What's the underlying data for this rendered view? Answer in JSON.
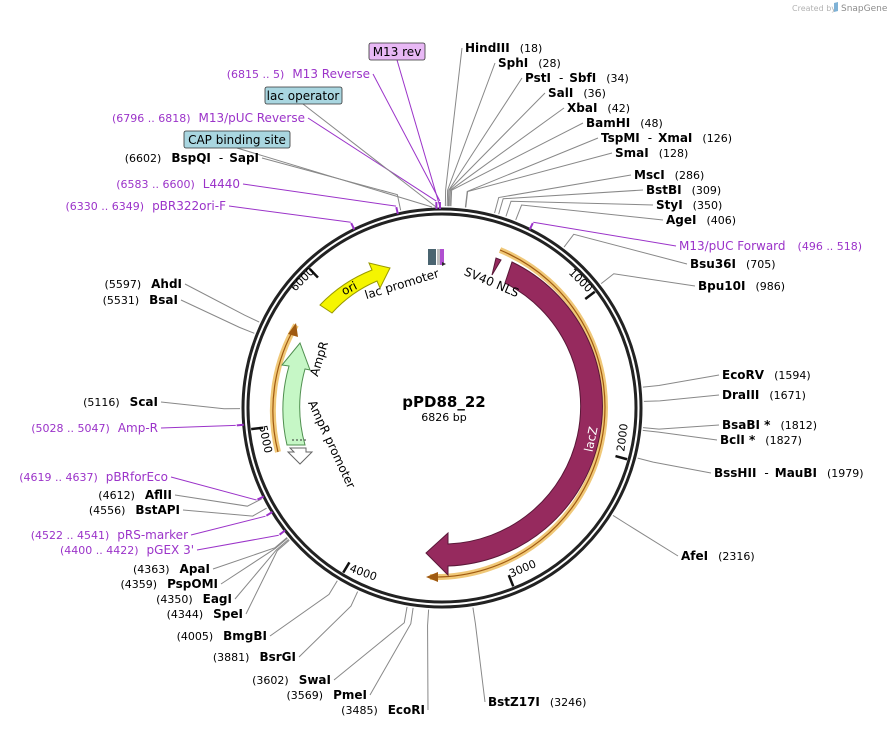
{
  "brand": {
    "created_by": "Created by",
    "app": "SnapGene"
  },
  "plasmid": {
    "name": "pPD88_22",
    "length": "6826 bp"
  },
  "colors": {
    "primer": "#9b33c9",
    "lacZ": "#962a5e",
    "ori": "#f5f500",
    "ampr": "#c6f7c6",
    "highlight": "#f0c878",
    "leader": "#888888"
  },
  "sites": [
    {
      "name": "HindIII",
      "pos": "(18)"
    },
    {
      "name": "SphI",
      "pos": "(28)"
    },
    {
      "name": "PstI",
      "name2": "SbfI",
      "pos": "(34)"
    },
    {
      "name": "SalI",
      "pos": "(36)"
    },
    {
      "name": "XbaI",
      "pos": "(42)"
    },
    {
      "name": "BamHI",
      "pos": "(48)"
    },
    {
      "name": "TspMI",
      "name2": "XmaI",
      "pos": "(126)"
    },
    {
      "name": "SmaI",
      "pos": "(128)"
    },
    {
      "name": "MscI",
      "pos": "(286)"
    },
    {
      "name": "BstBI",
      "pos": "(309)"
    },
    {
      "name": "StyI",
      "pos": "(350)"
    },
    {
      "name": "AgeI",
      "pos": "(406)"
    },
    {
      "name": "Bsu36I",
      "pos": "(705)"
    },
    {
      "name": "Bpu10I",
      "pos": "(986)"
    },
    {
      "name": "EcoRV",
      "pos": "(1594)"
    },
    {
      "name": "DraIII",
      "pos": "(1671)"
    },
    {
      "name": "BsaBI *",
      "pos": "(1812)"
    },
    {
      "name": "BclI *",
      "pos": "(1827)"
    },
    {
      "name": "BssHII",
      "name2": "MauBI",
      "pos": "(1979)"
    },
    {
      "name": "AfeI",
      "pos": "(2316)"
    },
    {
      "name": "BstZ17I",
      "pos": "(3246)"
    },
    {
      "name": "EcoRI",
      "pos": "(3485)"
    },
    {
      "name": "PmeI",
      "pos": "(3569)"
    },
    {
      "name": "SwaI",
      "pos": "(3602)"
    },
    {
      "name": "BsrGI",
      "pos": "(3881)"
    },
    {
      "name": "BmgBI",
      "pos": "(4005)"
    },
    {
      "name": "SpeI",
      "pos": "(4344)"
    },
    {
      "name": "EagI",
      "pos": "(4350)"
    },
    {
      "name": "PspOMI",
      "pos": "(4359)"
    },
    {
      "name": "ApaI",
      "pos": "(4363)"
    },
    {
      "name": "BstAPI",
      "pos": "(4556)"
    },
    {
      "name": "AflII",
      "pos": "(4612)"
    },
    {
      "name": "ScaI",
      "pos": "(5116)"
    },
    {
      "name": "BsaI",
      "pos": "(5531)"
    },
    {
      "name": "AhdI",
      "pos": "(5597)"
    },
    {
      "name": "BspQI",
      "name2": "SapI",
      "pos": "(6602)"
    }
  ],
  "primers": [
    {
      "range": "(6815 .. 5)",
      "name": "M13 Reverse"
    },
    {
      "range": "(6796 .. 6818)",
      "name": "M13/pUC Reverse"
    },
    {
      "range": "(6583 .. 6600)",
      "name": "L4440"
    },
    {
      "range": "(6330 .. 6349)",
      "name": "pBR322ori-F"
    },
    {
      "range": "(496 .. 518)",
      "name": "M13/pUC Forward"
    },
    {
      "range": "(5028 .. 5047)",
      "name": "Amp-R"
    },
    {
      "range": "(4619 .. 4637)",
      "name": "pBRforEco"
    },
    {
      "range": "(4522 .. 4541)",
      "name": "pRS-marker"
    },
    {
      "range": "(4400 .. 4422)",
      "name": "pGEX 3'"
    }
  ],
  "boxed_features": [
    {
      "name": "M13 rev"
    },
    {
      "name": "lac operator"
    },
    {
      "name": "CAP binding site"
    }
  ],
  "features": {
    "ori": "ori",
    "lac_promoter": "lac promoter",
    "sv40": "SV40 NLS",
    "lacz": "lacZ",
    "ampr": "AmpR",
    "ampr_promoter": "AmpR promoter"
  },
  "ticks": [
    "1000",
    "2000",
    "3000",
    "4000",
    "5000",
    "6000"
  ]
}
